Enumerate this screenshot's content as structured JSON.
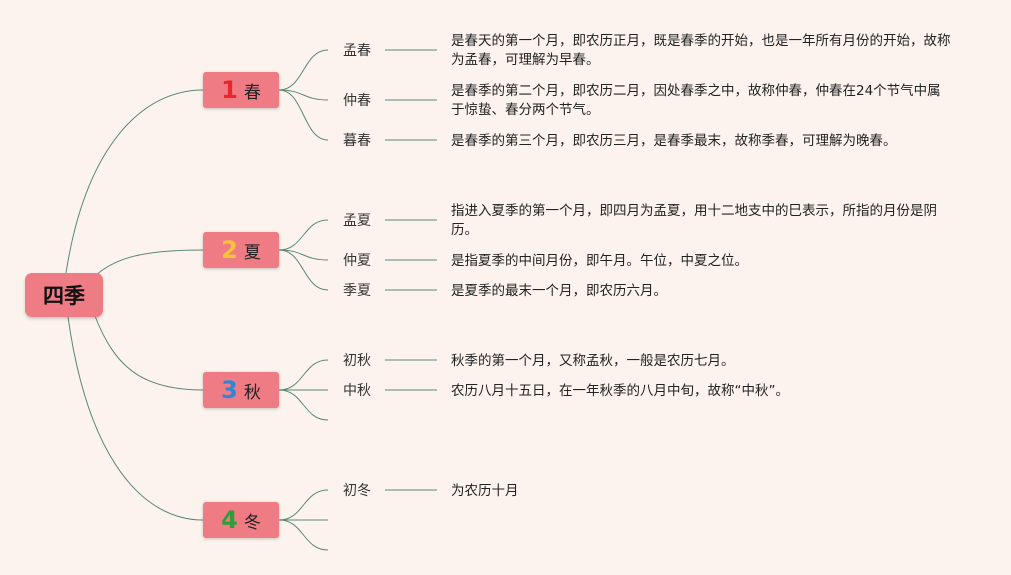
{
  "root": {
    "label": "四季"
  },
  "seasons": [
    {
      "number": "1",
      "name": "春",
      "number_color": "#e8262c",
      "months": [
        {
          "name": "孟春",
          "desc": "是春天的第一个月，即农历正月，既是春季的开始，也是一年所有月份的开始，故称为孟春，可理解为早春。"
        },
        {
          "name": "仲春",
          "desc": "是春季的第二个月，即农历二月，因处春季之中，故称仲春，仲春在24个节气中属于惊蛰、春分两个节气。"
        },
        {
          "name": "暮春",
          "desc": "是春季的第三个月，即农历三月，是春季最末，故称季春，可理解为晚春。"
        }
      ]
    },
    {
      "number": "2",
      "name": "夏",
      "number_color": "#f5c33b",
      "months": [
        {
          "name": "孟夏",
          "desc": "指进入夏季的第一个月，即四月为孟夏，用十二地支中的巳表示，所指的月份是阴历。"
        },
        {
          "name": "仲夏",
          "desc": "是指夏季的中间月份，即午月。午位，中夏之位。"
        },
        {
          "name": "季夏",
          "desc": "是夏季的最末一个月，即农历六月。"
        }
      ]
    },
    {
      "number": "3",
      "name": "秋",
      "number_color": "#2f86d6",
      "months": [
        {
          "name": "初秋",
          "desc": "秋季的第一个月，又称孟秋，一般是农历七月。"
        },
        {
          "name": "中秋",
          "desc": "农历八月十五日，在一年秋季的八月中旬，故称“中秋”。"
        },
        {
          "name": "",
          "desc": ""
        }
      ]
    },
    {
      "number": "4",
      "name": "冬",
      "number_color": "#2e9e3a",
      "months": [
        {
          "name": "初冬",
          "desc": "为农历十月"
        },
        {
          "name": "",
          "desc": ""
        },
        {
          "name": "",
          "desc": ""
        }
      ]
    }
  ],
  "colors": {
    "background": "#fdf3ee",
    "node": "#ef7b85",
    "line": "#5a8a6a"
  }
}
